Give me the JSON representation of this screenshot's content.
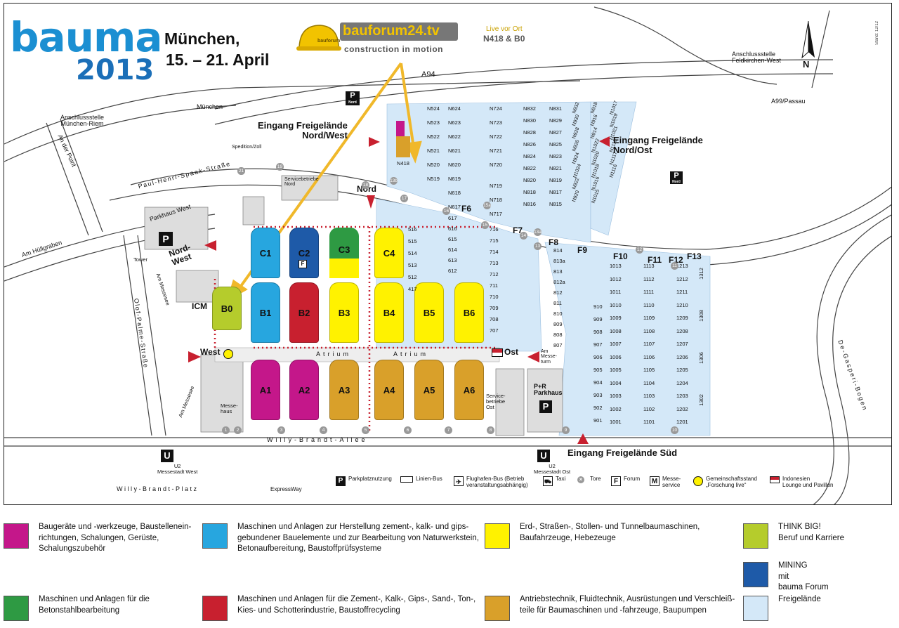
{
  "title": {
    "logo_word": "bauma",
    "logo_year": "2013",
    "city": "München,",
    "dates": "15. – 21. April"
  },
  "bauforum": {
    "name": "bauforum24.tv",
    "tagline": "construction in motion",
    "live_label": "Live vor Ort",
    "live_location": "N418 & B0"
  },
  "compass": "N",
  "stand_note": "Stand: 12/12",
  "roads": {
    "a94": "A94",
    "a99": "A99/Passau",
    "muenchen": "München",
    "anschluss_riem": "Anschlussstelle\nMünchen-Riem",
    "anschluss_feld": "Anschlussstelle\nFeldkirchen-West",
    "an_der_point": "An der Point",
    "poul_henri": "Paul-Henri-Spaak-Straße",
    "am_huellgraben": "Am Hüllgraben",
    "olof_palme": "Olof-Palme-Straße",
    "am_messesee": "Am Messesee",
    "am_messesee2": "Am Messesee",
    "willy_brandt_allee": "Willy-Brandt-Allee",
    "willy_brandt_platz": "Willy-Brandt-Platz",
    "de_gasperi": "De-Gasperi-Bogen"
  },
  "places": {
    "parkhaus_west": "Parkhaus West",
    "nord_west": "Nord-\nWest",
    "spedition": "Spedition/Zoll",
    "servicebetriebe_nord": "Servicebetriebe\nNord",
    "tower": "Tower",
    "icm": "ICM",
    "messehaus": "Messe-\nhaus",
    "servicebetriebe_ost": "Service-\nbetriebe\nOst",
    "am_messeturm": "Am\nMesse-\nturm",
    "pr_parkhaus": "P+R\nParkhaus",
    "atrium": "Atrium",
    "p_nord": "Nord",
    "u2_west": "U2\nMessestadt West",
    "u2_ost": "U2\nMessestadt Ost",
    "expressway": "ExpressWay"
  },
  "entrances": {
    "nw": "Eingang Freigelände\nNord/West",
    "no": "Eingang Freigelände\nNord/Ost",
    "sued": "Eingang Freigelände Süd",
    "nord": "Nord",
    "west": "West",
    "ost": "Ost"
  },
  "halls": {
    "c": [
      "C1",
      "C2",
      "C3",
      "C4"
    ],
    "b": [
      "B0",
      "B1",
      "B2",
      "B3",
      "B4",
      "B5",
      "B6"
    ],
    "a": [
      "A1",
      "A2",
      "A3",
      "A4",
      "A5",
      "A6"
    ]
  },
  "lots": {
    "f_labels": [
      "F6",
      "F7",
      "F8",
      "F9",
      "F10",
      "F11",
      "F12",
      "F13"
    ],
    "n_col1": [
      "N524",
      "N523",
      "N522",
      "N521",
      "N520",
      "N519"
    ],
    "n_col2": [
      "N624",
      "N623",
      "N622",
      "N621",
      "N620",
      "N619",
      "N618",
      "N617"
    ],
    "n_col3": [
      "N724",
      "N723",
      "N722",
      "N721",
      "N720",
      "N719",
      "N718",
      "N717"
    ],
    "n_col4": [
      "N832",
      "N830",
      "N828",
      "N826",
      "N824",
      "N822",
      "N820",
      "N818",
      "N816"
    ],
    "n_col5": [
      "N831",
      "N829",
      "N827",
      "N825",
      "N823",
      "N821",
      "N819",
      "N817",
      "N815"
    ],
    "n_418": "N418",
    "col_5xx": [
      "516",
      "515",
      "514",
      "513",
      "512",
      "417"
    ],
    "col_6xx": [
      "617",
      "616",
      "615",
      "614",
      "613",
      "612"
    ],
    "col_7xx": [
      "716",
      "715",
      "714",
      "713",
      "712",
      "711",
      "710",
      "709",
      "708",
      "707"
    ],
    "col_8xx": [
      "814",
      "813a",
      "813",
      "812a",
      "812",
      "811",
      "810",
      "809",
      "808",
      "807"
    ],
    "col_9xx": [
      "910",
      "909",
      "908",
      "907",
      "906",
      "905",
      "904",
      "903",
      "902",
      "901"
    ],
    "col_10xx": [
      "1013",
      "1012",
      "1011",
      "1010",
      "1009",
      "1008",
      "1007",
      "1006",
      "1005",
      "1004",
      "1003",
      "1002",
      "1001"
    ],
    "col_11xx": [
      "1113",
      "1112",
      "1111",
      "1110",
      "1109",
      "1108",
      "1107",
      "1106",
      "1105",
      "1104",
      "1103",
      "1102",
      "1101"
    ],
    "col_12xx": [
      "1213",
      "1212",
      "1211",
      "1210",
      "1209",
      "1208",
      "1207",
      "1206",
      "1205",
      "1204",
      "1203",
      "1202",
      "1201"
    ],
    "col_13xx": [
      "1312",
      "1308",
      "1306",
      "1302"
    ],
    "n_east": [
      "N932",
      "N930",
      "N928",
      "N926",
      "N924",
      "N1024",
      "N922",
      "N920",
      "N918",
      "N916",
      "N914",
      "N1022",
      "N1020",
      "N1018",
      "N1016",
      "N1015",
      "N1017",
      "N1019",
      "N1021",
      "N1115",
      "N1117",
      "N1116"
    ]
  },
  "gate_numbers": [
    "1",
    "2",
    "3",
    "4",
    "5",
    "6",
    "7",
    "8",
    "9",
    "10",
    "11",
    "12",
    "13",
    "14",
    "15",
    "16",
    "17",
    "18",
    "19",
    "20",
    "21",
    "15a",
    "13a",
    "13b"
  ],
  "legend_map": [
    {
      "icon": "P",
      "label": "Parkplatznutzung"
    },
    {
      "icon": "bus",
      "label": "Linien-Bus"
    },
    {
      "icon": "plane",
      "label": "Flughafen-Bus (Betrieb\nveranstaltungsabhängig)"
    },
    {
      "icon": "taxi",
      "label": "Taxi"
    },
    {
      "icon": "x",
      "label": "Tore"
    },
    {
      "icon": "F",
      "label": "Forum"
    },
    {
      "icon": "M",
      "label": "Messe-\nservice"
    },
    {
      "icon": "dot",
      "label": "Gemeinschaftsstand\n„Forschung live“"
    },
    {
      "icon": "flag",
      "label": "Indonesien\nLounge und Pavillon"
    }
  ],
  "colors": {
    "magenta": "#c4178a",
    "cyan": "#27a6df",
    "yellow": "#fff200",
    "lime": "#b5cc2c",
    "blue": "#1e5aa8",
    "green": "#2e9a43",
    "red": "#c8202f",
    "orange": "#d9a02a",
    "freigelaende": "#d4e8f8",
    "arrow": "#f0b82a",
    "entrance_red": "#c8202f"
  },
  "legend": [
    {
      "color": "#c4178a",
      "text": "Baugeräte und -werkzeuge, Baustellenein-\nrichtungen, Schalungen, Gerüste,\nSchalungszubehör"
    },
    {
      "color": "#27a6df",
      "text": "Maschinen und Anlagen zur Herstellung zement-, kalk- und gips-\ngebundener Bauelemente und zur Bearbeitung von Naturwerkstein,\nBetonaufbereitung, Baustoffprüfsysteme"
    },
    {
      "color": "#fff200",
      "text": "Erd-, Straßen-, Stollen- und Tunnelbaumaschinen,\nBaufahrzeuge, Hebezeuge"
    },
    {
      "color": "#b5cc2c",
      "text": "THINK BIG!\nBeruf und Karriere"
    },
    {
      "color": "#1e5aa8",
      "text": "MINING\nmit\nbauma Forum"
    },
    {
      "color": "#2e9a43",
      "text": "Maschinen und Anlagen für die\nBetonstahlbearbeitung"
    },
    {
      "color": "#c8202f",
      "text": "Maschinen und Anlagen für die Zement-, Kalk-, Gips-, Sand-, Ton-,\nKies- und Schotterindustrie, Baustoffrecycling"
    },
    {
      "color": "#d9a02a",
      "text": "Antriebstechnik, Fluidtechnik, Ausrüstungen und Verschleiß-\nteile für Baumaschinen und -fahrzeuge, Baupumpen"
    },
    {
      "color": "#d4e8f8",
      "text": "Freigelände"
    }
  ]
}
